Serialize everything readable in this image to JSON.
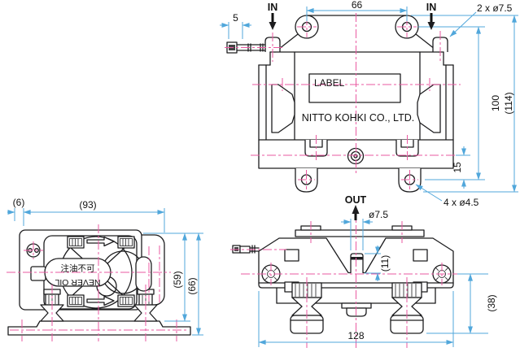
{
  "labels": {
    "in": "IN",
    "out": "OUT",
    "label_plate": "LABEL",
    "company": "NITTO KOHKI CO., LTD.",
    "warning_jp": "注油不可",
    "warning_en": "NEVER OIL"
  },
  "dimensions": {
    "top": {
      "lead_terminal": "5",
      "hole_span": "66",
      "in_ports": "2 x ø7.5",
      "mount_height": "100",
      "overall_height": "(114)",
      "tab_offset": "15",
      "mount_holes": "4 x ø4.5"
    },
    "side": {
      "front_offset": "(6)",
      "depth": "(93)",
      "body_height": "(59)",
      "overall_height": "(66)"
    },
    "front": {
      "outlet_dia": "ø7.5",
      "outlet_height": "(11)",
      "base_height": "(38)",
      "overall_width": "128"
    }
  },
  "colors": {
    "line": "#1d1d1f",
    "dimension": "#51a7db",
    "centerline": "#ea5aa2",
    "background": "#ffffff"
  }
}
